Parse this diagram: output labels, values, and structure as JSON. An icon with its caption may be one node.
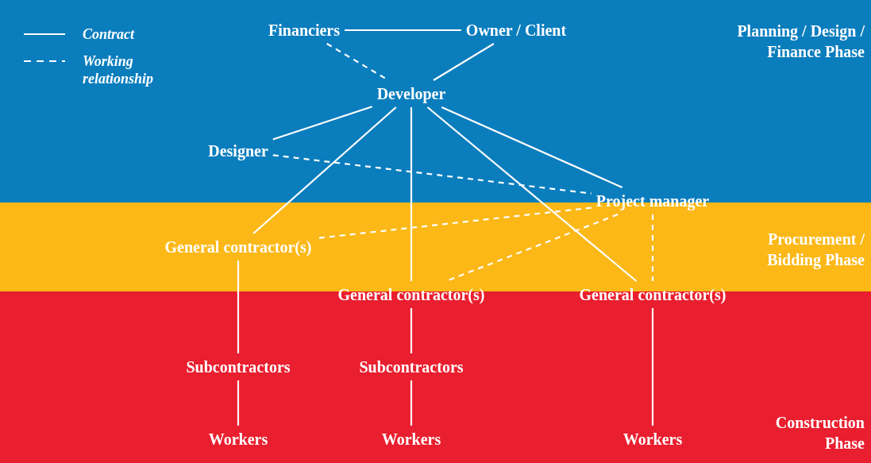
{
  "diagram": {
    "nodes": [
      {
        "text": [
          "Planning / Design / Finance Phase"
        ]
      },
      {
        "text": [
          "Procurement / Bidding Phase"
        ]
      },
      {
        "text": [
          "Construction Phase"
        ]
      },
      {
        "text": [
          "Financiers"
        ],
        "in": 0
      },
      {
        "text": [
          "Owner / Client"
        ],
        "in": 0
      },
      {
        "text": [
          "Developer"
        ],
        "in": 0
      },
      {
        "text": [
          "Designer"
        ],
        "in": 0
      },
      {
        "text": [
          "Project manager"
        ]
      },
      {
        "text": [
          "General contractor(s)"
        ],
        "in": 1
      },
      {
        "text": [
          "General contractor(s)"
        ]
      },
      {
        "text": [
          "General contractor(s)"
        ]
      },
      {
        "text": [
          "Subcontractors"
        ],
        "in": 2
      },
      {
        "text": [
          "Subcontractors"
        ],
        "in": 2
      },
      {
        "text": [
          "Workers"
        ],
        "in": 2
      },
      {
        "text": [
          "Workers"
        ],
        "in": 2
      },
      {
        "text": [
          "Workers"
        ],
        "in": 2
      }
    ],
    "edges": [
      {
        "from": 3,
        "to": 4,
        "arrow": "none"
      },
      {
        "from": 3,
        "to": 5,
        "arrow": "none",
        "style": "dashed"
      },
      {
        "from": 4,
        "to": 5,
        "arrow": "none"
      },
      {
        "from": 5,
        "to": 6,
        "arrow": "none"
      },
      {
        "from": 5,
        "to": 8,
        "arrow": "none"
      },
      {
        "from": 5,
        "to": 9,
        "arrow": "none"
      },
      {
        "from": 5,
        "to": 10,
        "arrow": "none"
      },
      {
        "from": 5,
        "to": 7,
        "arrow": "none"
      },
      {
        "from": 6,
        "to": 7,
        "arrow": "none",
        "style": "dashed"
      },
      {
        "from": 7,
        "to": 8,
        "arrow": "none",
        "style": "dashed"
      },
      {
        "from": 7,
        "to": 9,
        "arrow": "none",
        "style": "dashed"
      },
      {
        "from": 7,
        "to": 10,
        "arrow": "none",
        "style": "dashed"
      },
      {
        "from": 8,
        "to": 11,
        "arrow": "none"
      },
      {
        "from": 9,
        "to": 12,
        "arrow": "none"
      },
      {
        "from": 11,
        "to": 13,
        "arrow": "none"
      },
      {
        "from": 12,
        "to": 14,
        "arrow": "none"
      },
      {
        "from": 10,
        "to": 15,
        "arrow": "none"
      }
    ],
    "legend": [
      {
        "text": "Contract"
      },
      {
        "text": "Working relationship"
      }
    ]
  }
}
